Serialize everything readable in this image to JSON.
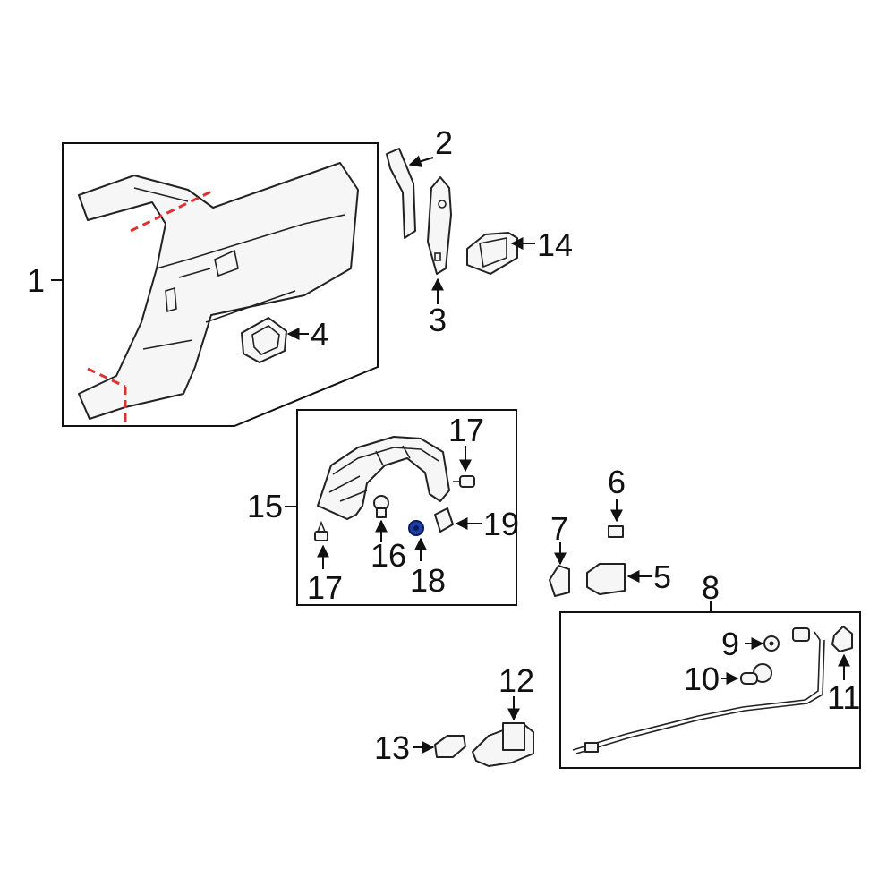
{
  "callouts": {
    "c1": "1",
    "c2": "2",
    "c3": "3",
    "c4": "4",
    "c5": "5",
    "c6": "6",
    "c7": "7",
    "c8": "8",
    "c9": "9",
    "c10": "10",
    "c11": "11",
    "c12": "12",
    "c13": "13",
    "c14": "14",
    "c15": "15",
    "c16": "16",
    "c17a": "17",
    "c17b": "17",
    "c18": "18",
    "c19": "19"
  },
  "colors": {
    "highlight_part": "#1f3fa8",
    "cut_line": "#e03030"
  }
}
